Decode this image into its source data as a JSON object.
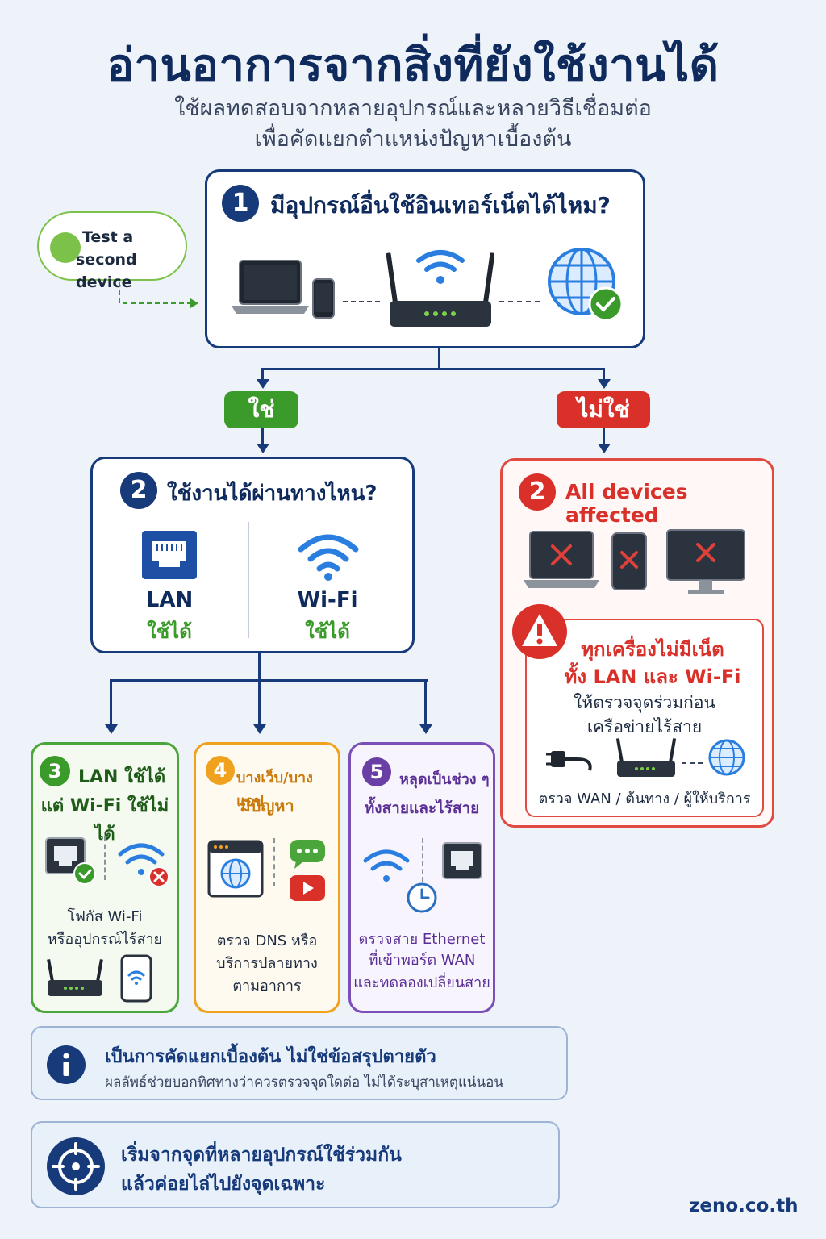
{
  "header": {
    "title": "อ่านอาการจากสิ่งที่ยังใช้งานได้",
    "subtitle_line1": "ใช้ผลทดสอบจากหลายอุปกรณ์และหลายวิธีเชื่อมต่อ",
    "subtitle_line2": "เพื่อคัดแยกตำแหน่งปัญหาเบื้องต้น"
  },
  "side_note": {
    "line1": "Test a",
    "line2": "second device"
  },
  "step1": {
    "number": "1",
    "question": "มีอุปกรณ์อื่นใช้อินเทอร์เน็ตได้ไหม?"
  },
  "branches": {
    "yes": "ใช่",
    "no": "ไม่ใช่"
  },
  "step2_yes": {
    "number": "2",
    "question": "ใช้งานได้ผ่านทางไหน?",
    "lan_label": "LAN",
    "lan_status": "ใช้ได้",
    "wifi_label": "Wi-Fi",
    "wifi_status": "ใช้ได้"
  },
  "step2_no": {
    "number": "2",
    "title": "All devices affected",
    "warn_line1": "ทุกเครื่องไม่มีเน็ต",
    "warn_line2": "ทั้ง LAN และ Wi-Fi",
    "advice_line1": "ให้ตรวจจุดร่วมก่อน",
    "advice_line2": "เครือข่ายไร้สาย",
    "check_text": "ตรวจ WAN / ต้นทาง / ผู้ให้บริการ"
  },
  "case3": {
    "number": "3",
    "title_line1": "LAN ใช้ได้",
    "title_line2": "แต่ Wi-Fi ใช้ไม่ได้",
    "body_line1": "โฟกัส Wi-Fi",
    "body_line2": "หรืออุปกรณ์ไร้สาย"
  },
  "case4": {
    "number": "4",
    "title_line1": "บางเว็บ/บางแอป",
    "title_line2": "มีปัญหา",
    "body_line1": "ตรวจ DNS หรือ",
    "body_line2": "บริการปลายทาง",
    "body_line3": "ตามอาการ"
  },
  "case5": {
    "number": "5",
    "title_line1": "หลุดเป็นช่วง ๆ",
    "title_line2": "ทั้งสายและไร้สาย",
    "body_line1": "ตรวจสาย Ethernet",
    "body_line2": "ที่เข้าพอร์ต WAN",
    "body_line3": "และทดลองเปลี่ยนสาย"
  },
  "info_note": {
    "icon": "info-icon",
    "title": "เป็นการคัดแยกเบื้องต้น ไม่ใช่ข้อสรุปตายตัว",
    "body": "ผลลัพธ์ช่วยบอกทิศทางว่าควรตรวจจุดใดต่อ ไม่ได้ระบุสาเหตุแน่นอน"
  },
  "tip_note": {
    "icon": "crosshair-icon",
    "line1": "เริ่มจากจุดที่หลายอุปกรณ์ใช้ร่วมกัน",
    "line2": "แล้วค่อยไล่ไปยังจุดเฉพาะ"
  },
  "footer": {
    "brand": "zeno.co.th"
  },
  "colors": {
    "navy": "#173a7a",
    "green": "#3a9a2a",
    "red": "#d9302a",
    "orange": "#f0a21f",
    "purple": "#6a3fa5",
    "blue": "#2a7ee0"
  }
}
